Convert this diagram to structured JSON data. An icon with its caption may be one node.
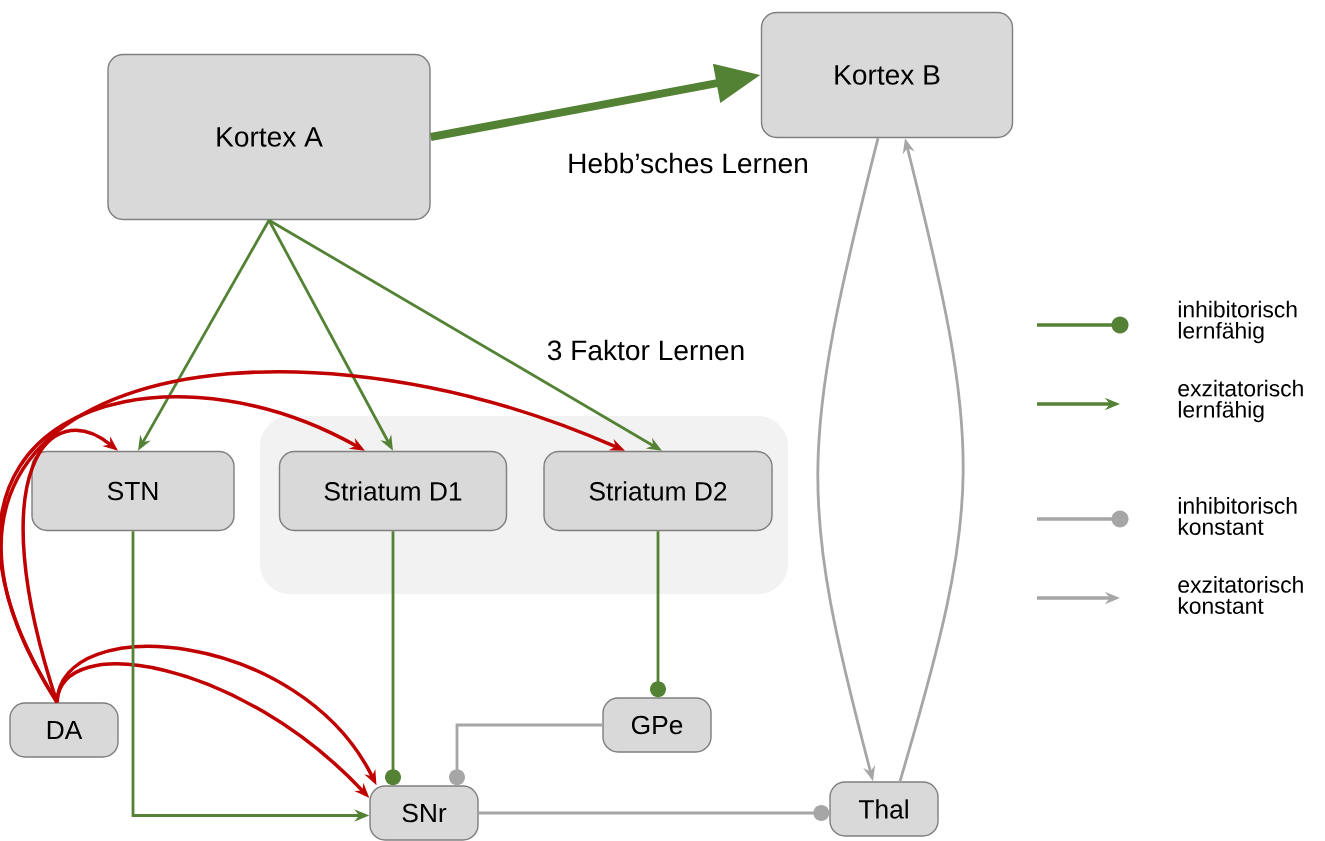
{
  "diagram": {
    "nodes": [
      {
        "text": [
          "Kortex A"
        ]
      },
      {
        "text": [
          "Kortex B"
        ]
      },
      {
        "text": [],
        "shape": "box"
      },
      {
        "text": [
          "STN"
        ]
      },
      {
        "text": [
          "Striatum D1"
        ],
        "in": 2
      },
      {
        "text": [
          "Striatum D2"
        ],
        "in": 2
      },
      {
        "text": [
          "DA"
        ]
      },
      {
        "text": [
          "GPe"
        ]
      },
      {
        "text": [
          "SNr"
        ]
      },
      {
        "text": [
          "Thal"
        ]
      }
    ],
    "edges": [
      {
        "from": 0,
        "to": 1,
        "arrow": "to",
        "style": "thick"
      },
      {
        "from": 0,
        "to": 3,
        "arrow": "to"
      },
      {
        "from": 0,
        "to": 4,
        "arrow": "to"
      },
      {
        "from": 0,
        "to": 5,
        "arrow": "to"
      },
      {
        "from": 6,
        "to": 3,
        "arrow": "to",
        "color": "#c00000"
      },
      {
        "from": 6,
        "to": 4,
        "arrow": "to",
        "color": "#c00000"
      },
      {
        "from": 6,
        "to": 5,
        "arrow": "to",
        "color": "#c00000"
      },
      {
        "from": 6,
        "to": 8,
        "arrow": "to",
        "color": "#c00000"
      },
      {
        "from": 6,
        "to": 8,
        "arrow": "to",
        "color": "#c00000"
      },
      {
        "from": 3,
        "to": 8,
        "arrow": "to"
      },
      {
        "from": 4,
        "to": 8,
        "arrow": "other"
      },
      {
        "from": 5,
        "to": 7,
        "arrow": "other"
      },
      {
        "from": 7,
        "to": 8,
        "arrow": "other",
        "color": "#a6a6a6"
      },
      {
        "from": 8,
        "to": 9,
        "arrow": "other",
        "color": "#a6a6a6"
      },
      {
        "from": 1,
        "to": 9,
        "arrow": "to",
        "color": "#a6a6a6"
      },
      {
        "from": 9,
        "to": 1,
        "arrow": "to",
        "color": "#a6a6a6"
      }
    ],
    "labels": [
      "Hebb’sches Lernen",
      "3 Faktor Lernen"
    ],
    "legend": [
      {
        "text": "inhibitorisch lernfähig"
      },
      {
        "text": "exzitatorisch lernfähig"
      },
      {
        "text": "inhibitorisch konstant"
      },
      {
        "text": "exzitatorisch konstant"
      }
    ]
  }
}
